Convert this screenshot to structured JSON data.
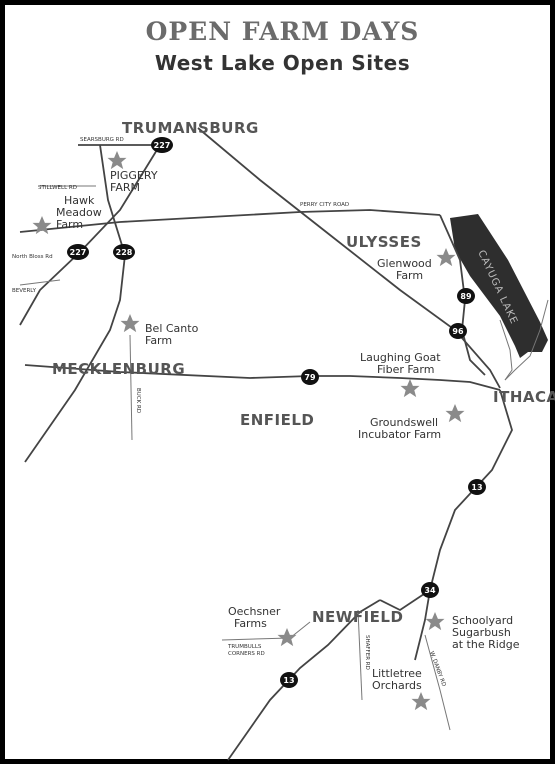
{
  "title": "OPEN FARM DAYS",
  "subtitle": "West Lake Open Sites",
  "towns": {
    "trumansburg": "TRUMANSBURG",
    "ulysses": "ULYSSES",
    "mecklenburg": "MECKLENBURG",
    "enfield": "ENFIELD",
    "ithaca": "ITHACA",
    "newfield": "NEWFIELD"
  },
  "lake": "CAYUGA LAKE",
  "roads": {
    "searsburg": "SEARSBURG RD",
    "stillwell": "STILLWELL RD",
    "perry_city": "PERRY CITY ROAD",
    "north_bloss": "North Bloss Rd",
    "beverly": "BEVERLY",
    "buck_rd": "BUCK RD",
    "trumbulls_1": "TRUMBULLS",
    "trumbulls_2": "CORNERS RD",
    "shaffer": "SHAFFER RD",
    "w_danby": "W. DANBY RD"
  },
  "routes": {
    "r227_top": "227",
    "r227_left": "227",
    "r228": "228",
    "r89": "89",
    "r96": "96",
    "r79": "79",
    "r13_upper": "13",
    "r34": "34",
    "r13_lower": "13"
  },
  "sites": {
    "piggery": [
      "PIGGERY",
      "FARM"
    ],
    "hawk_meadow": [
      "Hawk",
      "Meadow",
      "Farm"
    ],
    "glenwood": [
      "Glenwood",
      "Farm"
    ],
    "bel_canto": [
      "Bel Canto",
      "Farm"
    ],
    "laughing_goat": [
      "Laughing Goat",
      "Fiber Farm"
    ],
    "groundswell": [
      "Groundswell",
      "Incubator Farm"
    ],
    "oechsner": [
      "Oechsner",
      "Farms"
    ],
    "schoolyard": [
      "Schoolyard",
      "Sugarbush",
      "at the Ridge"
    ],
    "littletree": [
      "Littletree",
      "Orchards"
    ]
  },
  "colors": {
    "star": "#8a8a8a",
    "lake": "#2e2e2e",
    "shield": "#111111"
  }
}
